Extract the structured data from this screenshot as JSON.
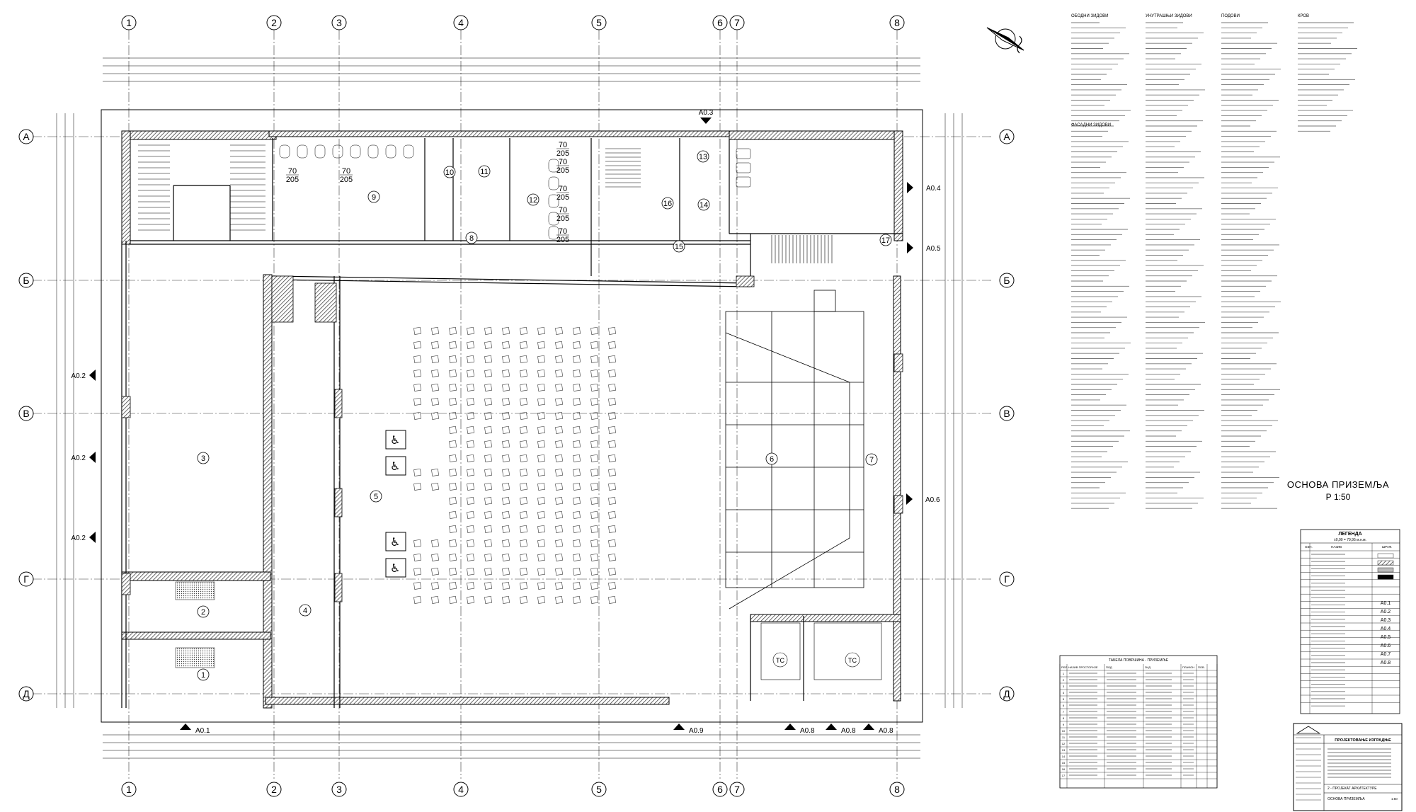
{
  "grid": {
    "columns": [
      "1",
      "2",
      "3",
      "4",
      "5",
      "6",
      "7",
      "8"
    ],
    "rows": [
      "А",
      "Б",
      "В",
      "Г",
      "Д"
    ]
  },
  "sheet_title": {
    "line1": "ОСНОВА ПРИЗЕМЉА",
    "line2": "Р 1:50"
  },
  "rooms": [
    "1",
    "2",
    "3",
    "4",
    "5",
    "6",
    "7",
    "8",
    "9",
    "10",
    "11",
    "12",
    "13",
    "14",
    "15",
    "16",
    "17"
  ],
  "room_labels": [
    "ТС",
    "ТС"
  ],
  "door_marks": [
    "70",
    "205"
  ],
  "view_marks": [
    "А0.1",
    "А0.2",
    "А0.2",
    "А0.2",
    "А0.3",
    "А0.4",
    "А0.5",
    "А0.6",
    "А0.8",
    "А0.8",
    "А0.8",
    "А0.9"
  ],
  "legend": {
    "title": "ЛЕГЕНДА",
    "subtitle": "±0,00 = 79,95 м.н.м.",
    "header": [
      "ОЗН.",
      "НАЗИВ",
      "ШРАФ."
    ],
    "codes": [
      "А0.1",
      "А0.2",
      "А0.3",
      "А0.4",
      "А0.5",
      "А0.6",
      "А0.7",
      "А0.8"
    ]
  },
  "room_table": {
    "title": "ТАБЕЛА ПОВРШИНА - ПРИЗЕМЉЕ",
    "header": [
      "Р.БР.",
      "НАЗИВ ПРОСТОРИЈЕ",
      "ПОД",
      "ЗИД",
      "ПЛАФОН",
      "ПОВ."
    ],
    "rows": [
      "1",
      "2",
      "3",
      "4",
      "5",
      "6",
      "7",
      "8",
      "9",
      "10",
      "11",
      "12",
      "13",
      "14",
      "15",
      "16",
      "17"
    ]
  },
  "notes_columns": [
    "ОБОДНИ ЗИДОВИ",
    "УНУТРАШЊИ ЗИДОВИ",
    "ПОДОВИ",
    "КРОВ"
  ],
  "facade_heading": "ФАСАДНИ ЗИДОВИ",
  "title_block": {
    "project_type": "ПРОЈЕКТОВАЊЕ ИЗГРАДЊЕ",
    "sheet_name": "ОСНОВА ПРИЗЕМЉА",
    "part": "2 - ПРОЈЕКАТ АРХИТЕКТУРЕ",
    "scale": "1:50"
  },
  "colors": {
    "line": "#000000",
    "wall_hatch": "#555555",
    "grid_line": "#222222"
  }
}
